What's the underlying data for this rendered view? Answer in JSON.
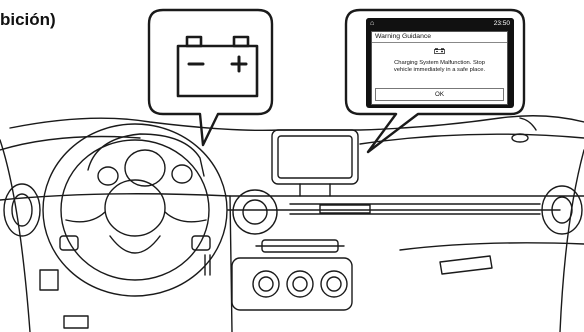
{
  "heading": {
    "text": "bición)"
  },
  "screen": {
    "status_time": "23:50",
    "home_icon": "home-icon",
    "dialog": {
      "title": "Warning Guidance",
      "battery_icon": "battery-warning-icon",
      "message_line1": "Charging System Malfunction. Stop",
      "message_line2": "vehicle immediately in a safe place.",
      "ok_label": "OK"
    }
  },
  "callout_left": {
    "icon": "battery-warning-icon",
    "minus": "−",
    "plus": "+"
  },
  "colors": {
    "line": "#1a1a1a",
    "screen_bg": "#111111",
    "dialog_bg": "#ffffff"
  }
}
